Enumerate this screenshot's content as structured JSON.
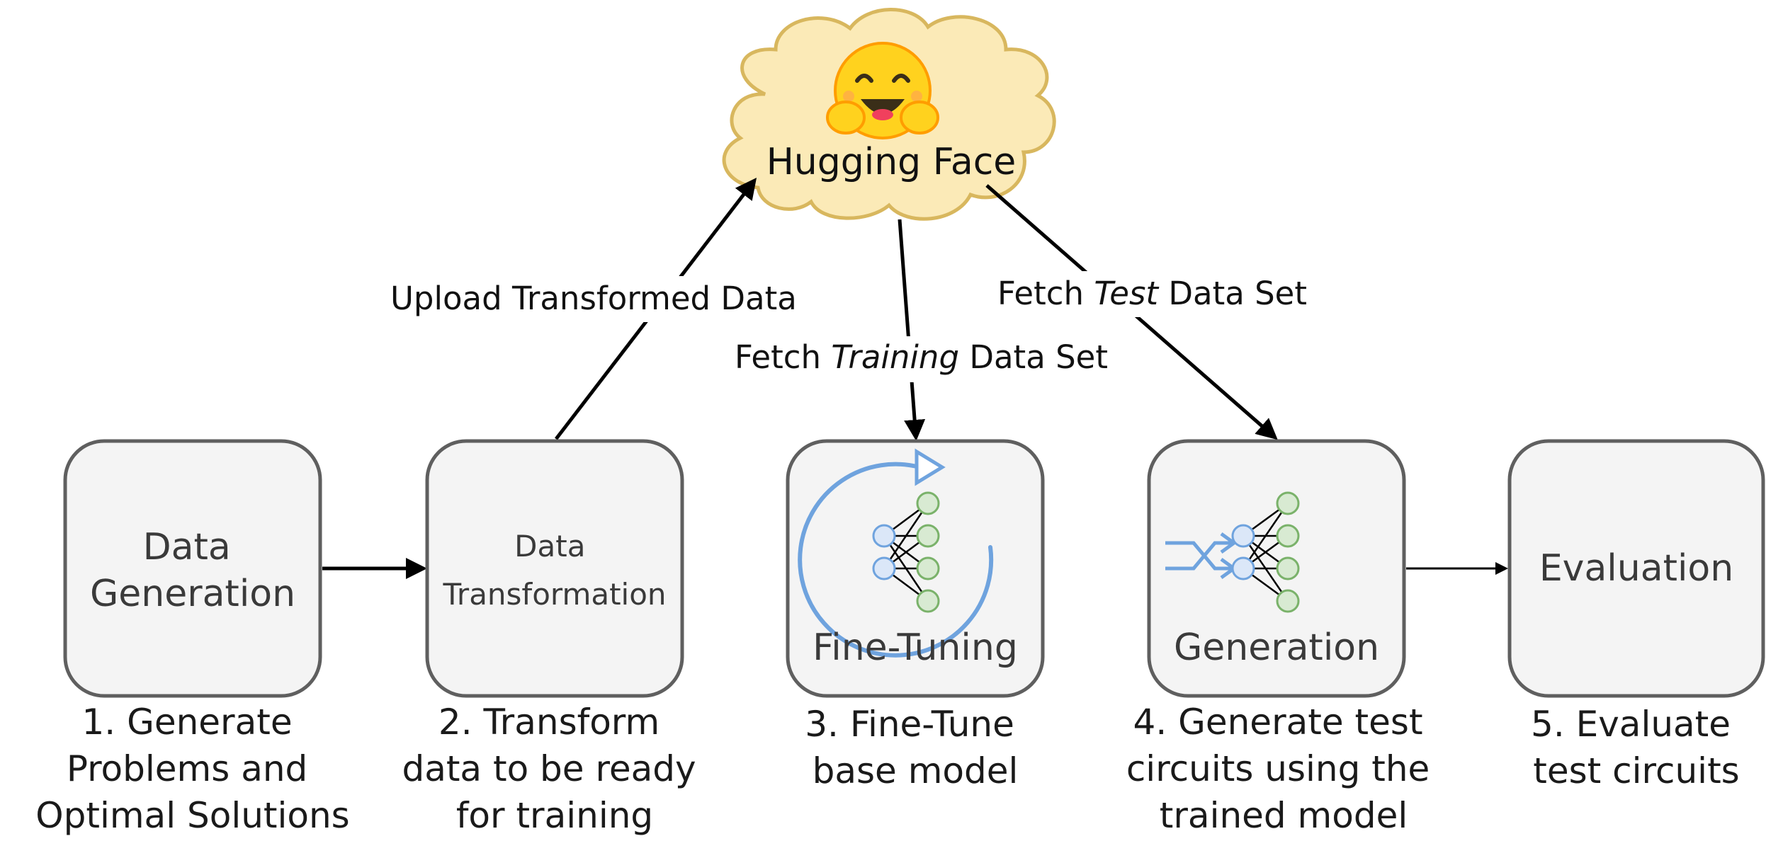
{
  "cloud": {
    "label": "Hugging Face",
    "icon": "hugging-face-emoji",
    "colors": {
      "fill": "#fbeab7",
      "stroke": "#d8b75e"
    }
  },
  "edges": {
    "upload": "Upload Transformed Data",
    "fetch_training": {
      "prefix": "Fetch ",
      "emphasis": "Training",
      "suffix": " Data Set"
    },
    "fetch_test": {
      "prefix": "Fetch ",
      "emphasis": "Test",
      "suffix": " Data Set"
    }
  },
  "stages": [
    {
      "box_lines": [
        "Data",
        "Generation"
      ],
      "caption_lines": [
        "1. Generate",
        "Problems and",
        "Optimal Solutions"
      ]
    },
    {
      "box_lines": [
        "Data",
        "Transformation"
      ],
      "caption_lines": [
        "2. Transform",
        "data to be ready",
        "for training"
      ]
    },
    {
      "box_lines": [
        "Fine-Tuning"
      ],
      "caption_lines": [
        "3. Fine-Tune",
        "base model"
      ]
    },
    {
      "box_lines": [
        "Generation"
      ],
      "caption_lines": [
        "4. Generate test",
        "circuits using the",
        "trained model"
      ]
    },
    {
      "box_lines": [
        "Evaluation"
      ],
      "caption_lines": [
        "5. Evaluate",
        "test circuits"
      ]
    }
  ],
  "colors": {
    "box_fill": "#f4f4f4",
    "box_stroke": "#5f5f5f",
    "accent_blue": "#6fa3de",
    "accent_green": "#7ab26a"
  }
}
